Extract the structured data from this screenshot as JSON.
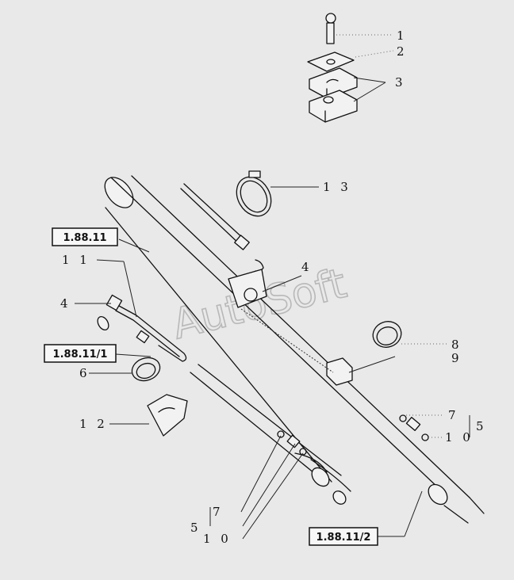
{
  "watermark": "AutoSoft",
  "callouts": {
    "c1": "1",
    "c2": "2",
    "c3": "3",
    "c13": "1 3",
    "c4_center": "4",
    "c11": "1 1",
    "c4_left": "4",
    "c6": "6",
    "c12": "1 2",
    "c8": "8",
    "c9": "9",
    "c7_right": "7",
    "c10_right": "1 0",
    "c5_right": "5",
    "c7_bottom": "7",
    "c5_bottom": "5",
    "c10_bottom": "1 0"
  },
  "refs": {
    "r1": "1.88.11",
    "r2": "1.88.11/1",
    "r3": "1.88.11/2"
  }
}
